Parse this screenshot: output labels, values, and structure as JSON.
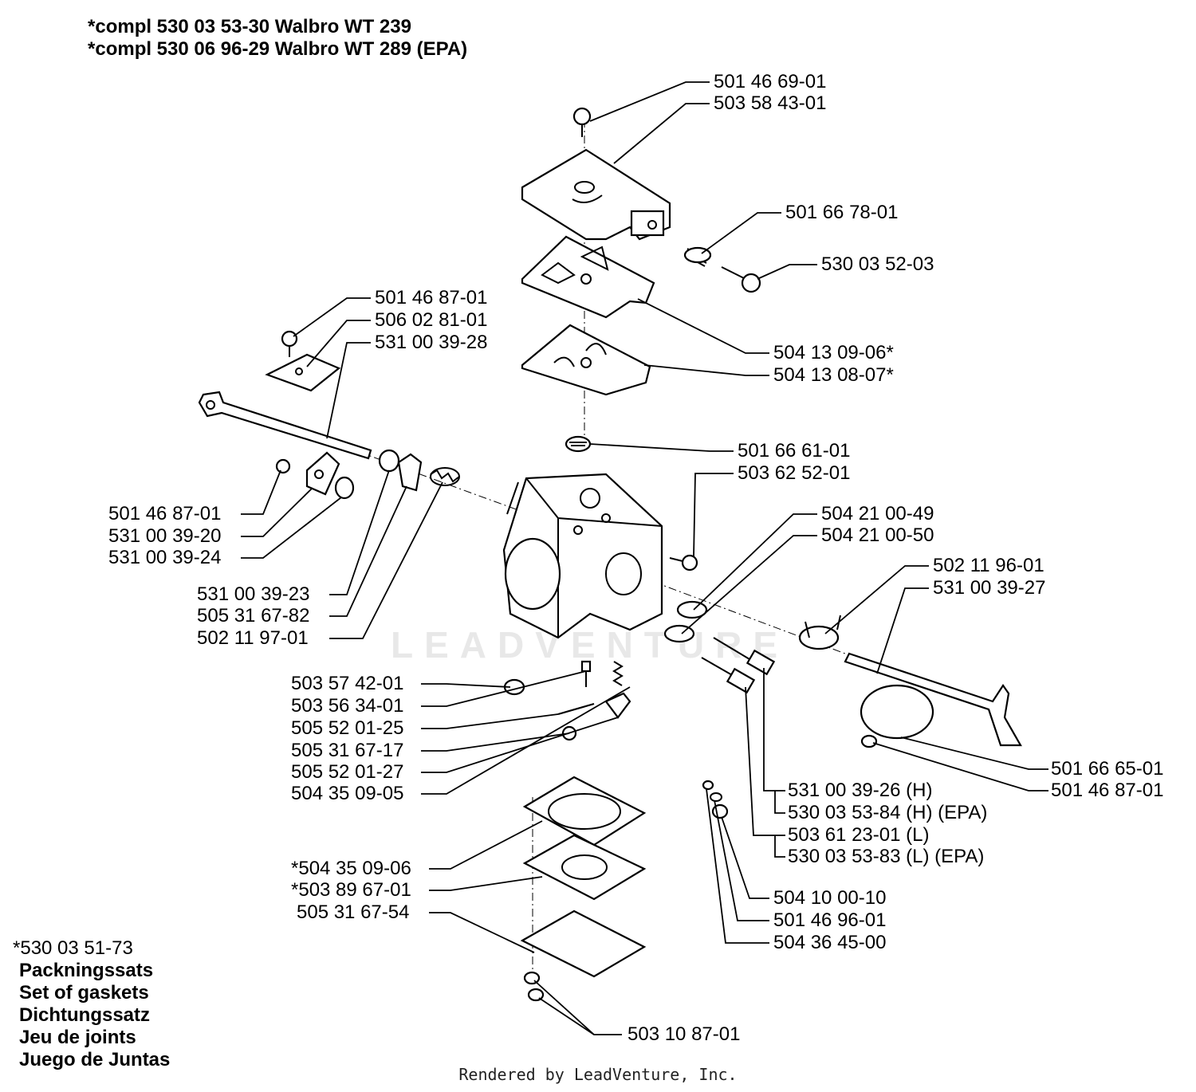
{
  "header": {
    "line1": "*compl 530 03 53-30 Walbro WT 239",
    "line2": "*compl 530 06 96-29 Walbro WT 289 (EPA)"
  },
  "labels": {
    "p1": "501 46 69-01",
    "p2": "503 58 43-01",
    "p3": "501 66 78-01",
    "p4": "530 03 52-03",
    "p5": "501 46 87-01",
    "p6": "506 02 81-01",
    "p7": "531 00 39-28",
    "p8": "504 13 09-06*",
    "p9": "504 13 08-07*",
    "p10": "501 66 61-01",
    "p11": "503 62 52-01",
    "p12": "501 46 87-01",
    "p13": "531 00 39-20",
    "p14": "531 00 39-24",
    "p15": "504 21 00-49",
    "p16": "504 21 00-50",
    "p17": "502 11 96-01",
    "p18": "531 00 39-27",
    "p19": "531 00 39-23",
    "p20": "505 31 67-82",
    "p21": "502 11 97-01",
    "p22": "503 57 42-01",
    "p23": "503 56 34-01",
    "p24": "505 52 01-25",
    "p25": "505 31 67-17",
    "p26": "505 52 01-27",
    "p27": "504 35 09-05",
    "p28": "501 66 65-01",
    "p29": "501 46 87-01",
    "p30": "531 00 39-26 (H)",
    "p31": "530 03 53-84 (H) (EPA)",
    "p32": "503 61 23-01 (L)",
    "p33": "530 03 53-83 (L) (EPA)",
    "p34": "*504 35 09-06",
    "p35": "*503 89 67-01",
    "p36": "505 31 67-54",
    "p37": "504 10 00-10",
    "p38": "501 46 96-01",
    "p39": "504 36 45-00",
    "p40": "503 10 87-01"
  },
  "gasket_kit": {
    "code": "*530 03 51-73",
    "names": [
      "Packningssats",
      "Set of gaskets",
      "Dichtungssatz",
      "Jeu de joints",
      "Juego de Juntas"
    ]
  },
  "watermark": "LEADVENTURE",
  "footer": "Rendered by LeadVenture, Inc."
}
